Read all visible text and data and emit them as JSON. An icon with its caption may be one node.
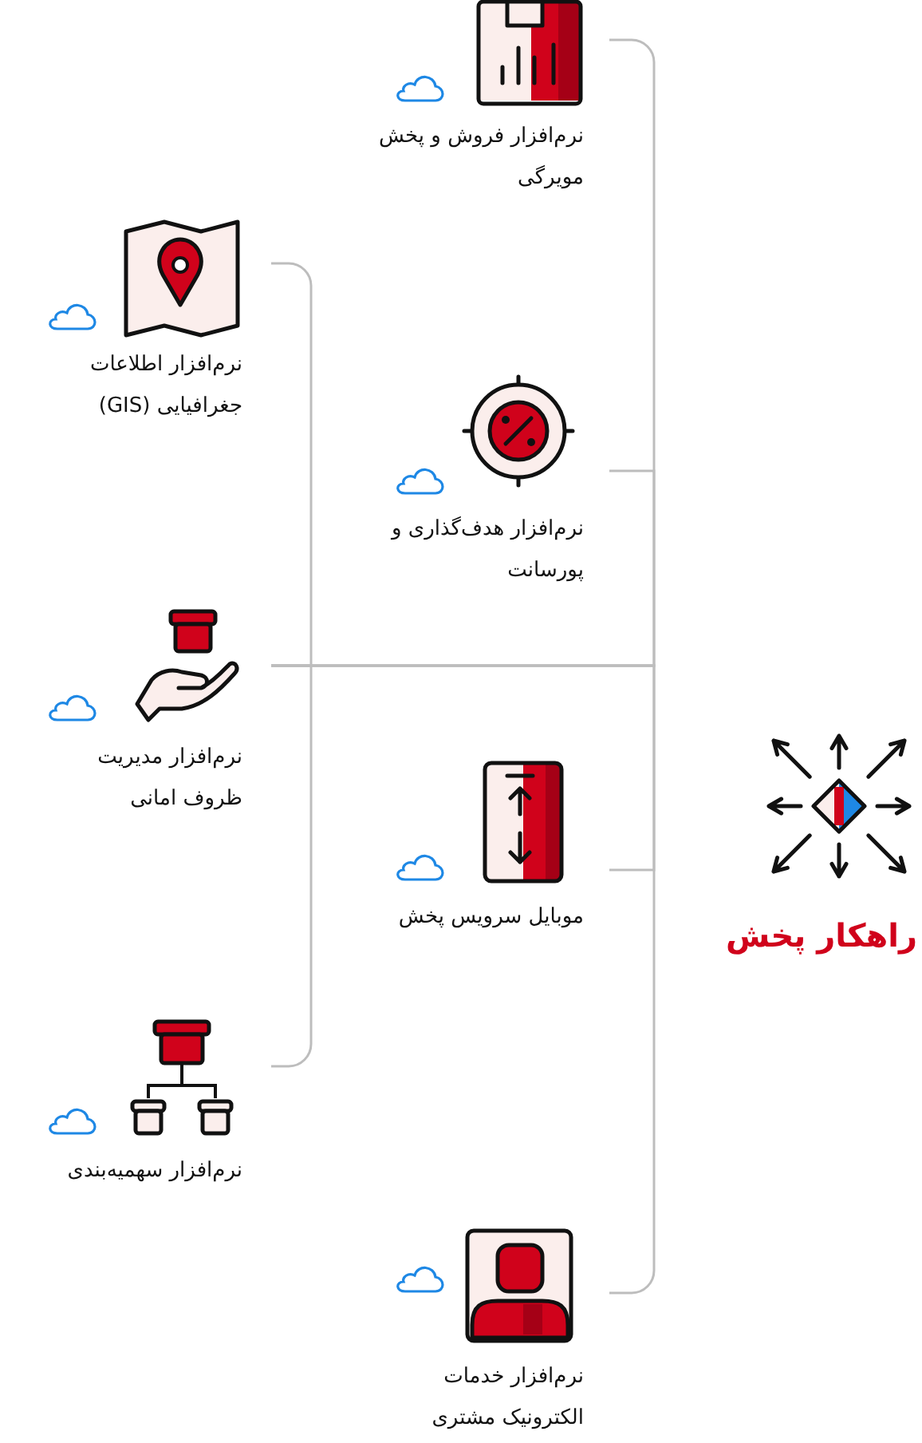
{
  "diagram": {
    "nodes": [
      {
        "text": [
          "راهکار پخش"
        ]
      },
      {
        "text": [
          "نرم‌افزار فروش و پخش مویرگی"
        ]
      },
      {
        "text": [
          "نرم‌افزار هدف‌گذاری و پورسانت"
        ]
      },
      {
        "text": [
          "موبایل سرویس پخش"
        ]
      },
      {
        "text": [
          "نرم‌افزار خدمات الکترونیک مشتری"
        ]
      },
      {
        "text": [
          "نرم‌افزار اطلاعات جغرافیایی (GIS)"
        ]
      },
      {
        "text": [
          "نرم‌افزار مدیریت ظروف امانی"
        ]
      },
      {
        "text": [
          "نرم‌افزار سهمیه‌بندی"
        ]
      }
    ],
    "edges": [
      {
        "from": 6,
        "to": 1,
        "arrow": "none"
      },
      {
        "from": 6,
        "to": 2,
        "arrow": "none"
      },
      {
        "from": 6,
        "to": 3,
        "arrow": "none"
      },
      {
        "from": 6,
        "to": 4,
        "arrow": "none"
      },
      {
        "from": 6,
        "to": 5,
        "arrow": "none"
      },
      {
        "from": 6,
        "to": 7,
        "arrow": "none"
      }
    ]
  }
}
